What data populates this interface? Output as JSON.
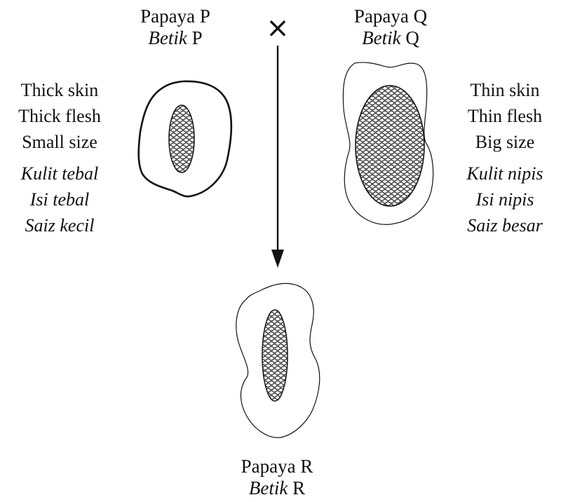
{
  "cross_symbol": "×",
  "parent_p": {
    "name": "Papaya P",
    "name_ms_word": "Betik",
    "name_ms_letter": "P",
    "traits_en": [
      "Thick skin",
      "Thick flesh",
      "Small size"
    ],
    "traits_ms": [
      "Kulit tebal",
      "Isi tebal",
      "Saiz kecil"
    ]
  },
  "parent_q": {
    "name": "Papaya Q",
    "name_ms_word": "Betik",
    "name_ms_letter": "Q",
    "traits_en": [
      "Thin skin",
      "Thin flesh",
      "Big size"
    ],
    "traits_ms": [
      "Kulit nipis",
      "Isi nipis",
      "Saiz besar"
    ]
  },
  "offspring_r": {
    "name": "Papaya R",
    "name_ms_word": "Betik",
    "name_ms_letter": "R"
  }
}
